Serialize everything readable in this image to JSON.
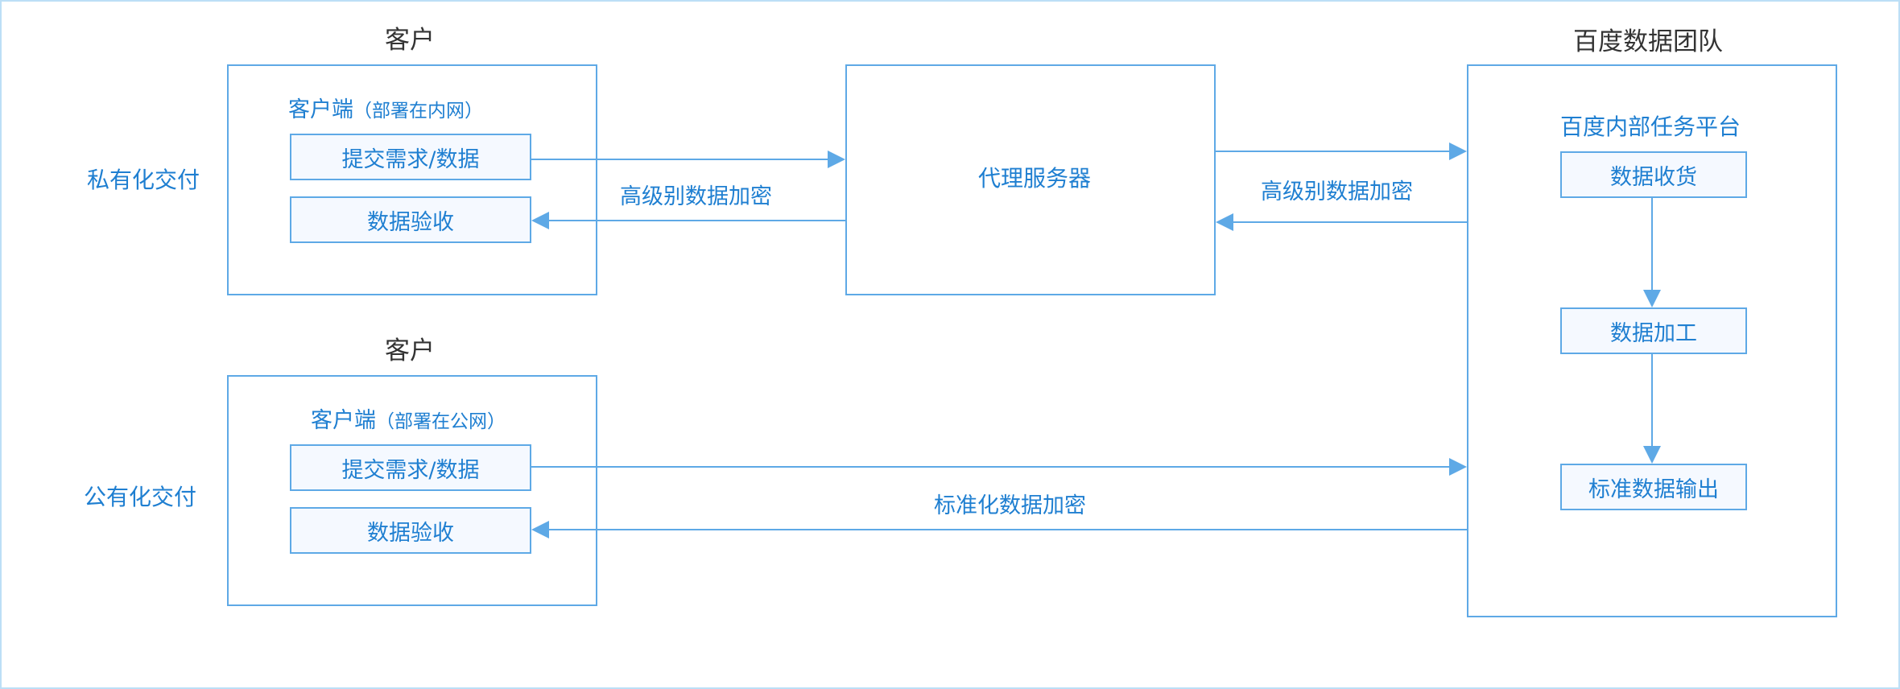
{
  "labels": {
    "private_delivery": "私有化交付",
    "public_delivery": "公有化交付",
    "customer_title_top": "客户",
    "customer_title_bottom": "客户",
    "baidu_team": "百度数据团队"
  },
  "private_client": {
    "heading": "客户端",
    "note": "（部署在内网）",
    "submit": "提交需求/数据",
    "accept": "数据验收"
  },
  "public_client": {
    "heading": "客户端",
    "note": "（部署在公网）",
    "submit": "提交需求/数据",
    "accept": "数据验收"
  },
  "proxy": {
    "label": "代理服务器"
  },
  "baidu": {
    "platform": "百度内部任务平台",
    "step1": "数据收货",
    "step2": "数据加工",
    "step3": "标准数据输出"
  },
  "edges": {
    "client_proxy": "高级别数据加密",
    "proxy_baidu": "高级别数据加密",
    "public_baidu": "标准化数据加密"
  },
  "colors": {
    "accent": "#1f7fd1",
    "line": "#5ea9e6",
    "frame": "#bcdff6",
    "title": "#333333"
  }
}
